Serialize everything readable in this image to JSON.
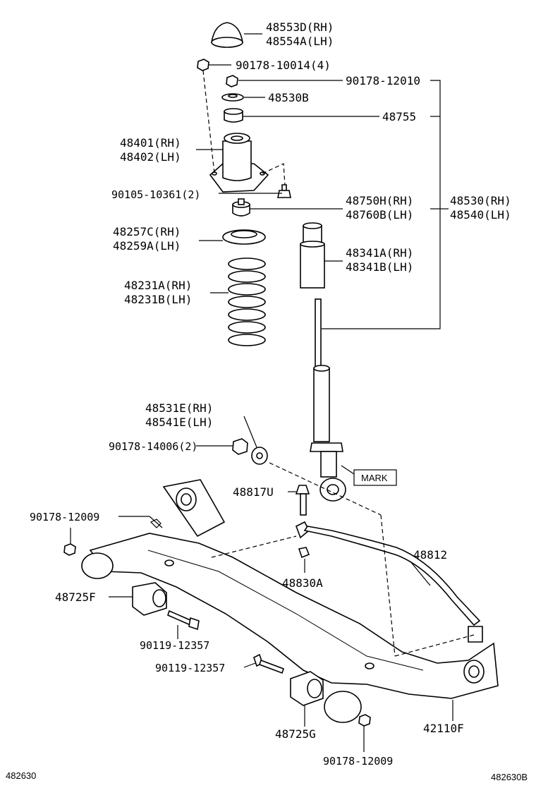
{
  "labels": {
    "bump_stopper_rh": "48553D(RH)",
    "bump_stopper_lh": "48554A(LH)",
    "nut_top_mount": "90178-10014(4)",
    "nut_rod": "90178-12010",
    "retainer": "48530B",
    "cushion": "48755",
    "support_rh": "48401(RH)",
    "support_lh": "48402(LH)",
    "bolt_support": "90105-10361(2)",
    "bumper_rh": "48750H(RH)",
    "bumper_lh": "48760B(LH)",
    "absorber_rh": "48530(RH)",
    "absorber_lh": "48540(LH)",
    "insulator_rh": "48257C(RH)",
    "insulator_lh": "48259A(LH)",
    "boot_rh": "48341A(RH)",
    "boot_lh": "48341B(LH)",
    "spring_rh": "48231A(RH)",
    "spring_lh": "48231B(LH)",
    "link_bush_rh": "48531E(RH)",
    "link_bush_lh": "48541E(LH)",
    "nut_link": "90178-14006(2)",
    "mark": "MARK",
    "bolt_link": "48817U",
    "nut_beam_left": "90178-12009",
    "stabilizer": "48812",
    "stab_bush": "48830A",
    "bush_f": "48725F",
    "bolt_upper": "90119-12357",
    "bolt_lower": "90119-12357",
    "bush_g": "48725G",
    "beam": "42110F",
    "nut_beam_bottom": "90178-12009",
    "ref_left": "482630",
    "ref_right": "482630B"
  }
}
